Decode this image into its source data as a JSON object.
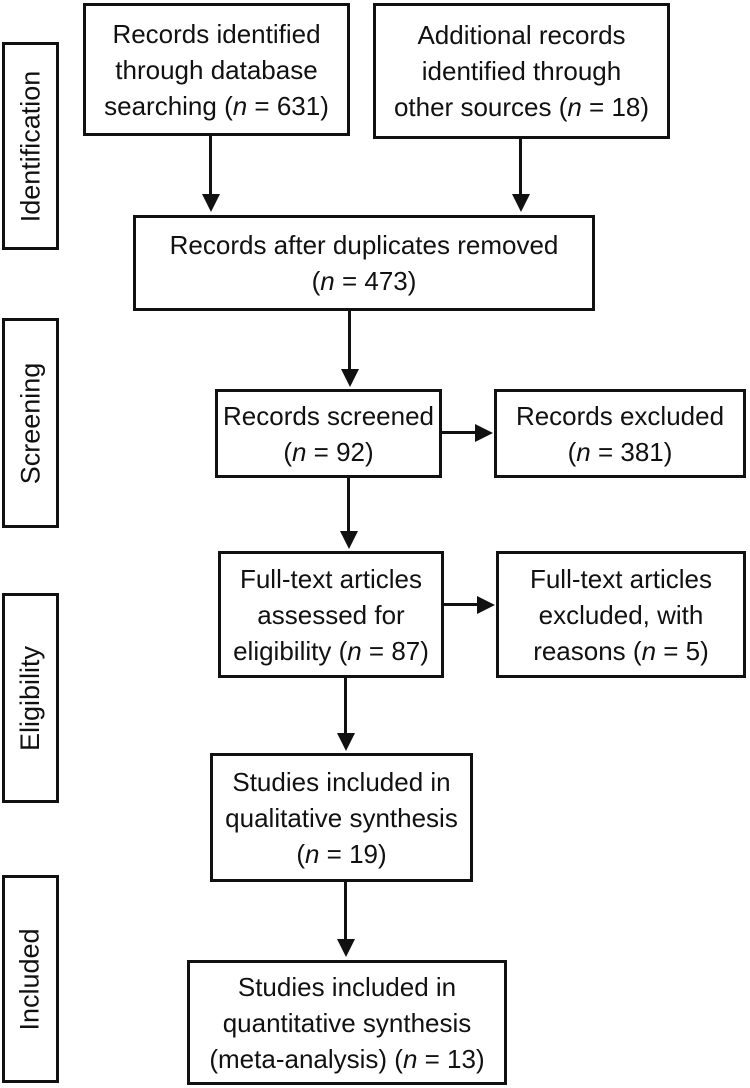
{
  "diagram": {
    "type": "prisma-flow",
    "colors": {
      "background": "#ffffff",
      "line": "#111111",
      "text": "#111111"
    },
    "stages": [
      {
        "label": "Identification"
      },
      {
        "label": "Screening"
      },
      {
        "label": "Eligibility"
      },
      {
        "label": "Included"
      }
    ],
    "boxes": {
      "records_db": {
        "n": 631,
        "lines": [
          [
            {
              "t": "Records identified"
            }
          ],
          [
            {
              "t": "through database"
            }
          ],
          [
            {
              "t": "searching ("
            },
            {
              "t": "n",
              "i": true
            },
            {
              "t": " = 631)"
            }
          ]
        ]
      },
      "records_other": {
        "n": 18,
        "lines": [
          [
            {
              "t": "Additional records"
            }
          ],
          [
            {
              "t": "identified through"
            }
          ],
          [
            {
              "t": "other sources ("
            },
            {
              "t": "n",
              "i": true
            },
            {
              "t": " = 18)"
            }
          ]
        ]
      },
      "duplicates_removed": {
        "n": 473,
        "lines": [
          [
            {
              "t": "Records after duplicates removed"
            }
          ],
          [
            {
              "t": "("
            },
            {
              "t": "n",
              "i": true
            },
            {
              "t": " = 473)"
            }
          ]
        ]
      },
      "records_screened": {
        "n": 92,
        "lines": [
          [
            {
              "t": "Records screened"
            }
          ],
          [
            {
              "t": "("
            },
            {
              "t": "n",
              "i": true
            },
            {
              "t": " = 92)"
            }
          ]
        ]
      },
      "records_excluded": {
        "n": 381,
        "lines": [
          [
            {
              "t": "Records excluded"
            }
          ],
          [
            {
              "t": "("
            },
            {
              "t": "n",
              "i": true
            },
            {
              "t": " = 381)"
            }
          ]
        ]
      },
      "fulltext_assessed": {
        "n": 87,
        "lines": [
          [
            {
              "t": "Full-text articles"
            }
          ],
          [
            {
              "t": "assessed for"
            }
          ],
          [
            {
              "t": "eligibility ("
            },
            {
              "t": "n",
              "i": true
            },
            {
              "t": " = 87)"
            }
          ]
        ]
      },
      "fulltext_excluded": {
        "n": 5,
        "lines": [
          [
            {
              "t": "Full-text articles"
            }
          ],
          [
            {
              "t": "excluded, with"
            }
          ],
          [
            {
              "t": "reasons ("
            },
            {
              "t": "n",
              "i": true
            },
            {
              "t": " = 5)"
            }
          ]
        ]
      },
      "qualitative_synthesis": {
        "n": 19,
        "lines": [
          [
            {
              "t": "Studies included in"
            }
          ],
          [
            {
              "t": "qualitative synthesis"
            }
          ],
          [
            {
              "t": "("
            },
            {
              "t": "n",
              "i": true
            },
            {
              "t": " = 19)"
            }
          ]
        ]
      },
      "quantitative_synthesis": {
        "n": 13,
        "lines": [
          [
            {
              "t": "Studies included in"
            }
          ],
          [
            {
              "t": "quantitative synthesis"
            }
          ],
          [
            {
              "t": "(meta-analysis) ("
            },
            {
              "t": "n",
              "i": true
            },
            {
              "t": " = 13)"
            }
          ]
        ]
      }
    }
  }
}
